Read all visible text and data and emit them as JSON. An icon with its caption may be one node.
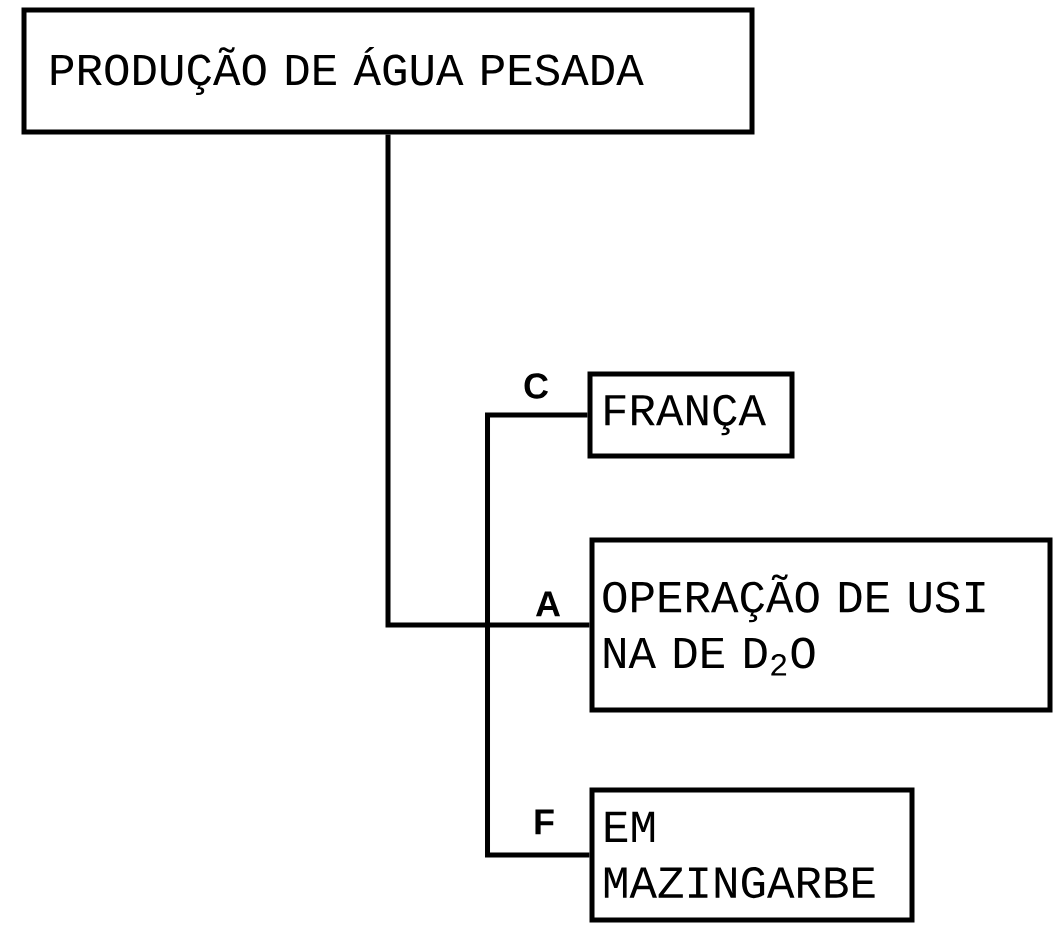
{
  "diagram": {
    "nodes": [
      {
        "text": [
          "PRODUÇÃO DE ÁGUA PESADA"
        ]
      },
      {
        "text": [
          "FRANÇA"
        ]
      },
      {
        "text": [
          "OPERAÇÃO DE USI NA DE D$_{2}$O"
        ]
      },
      {
        "text": [
          "EM MAZINGARBE"
        ]
      }
    ],
    "edges": [
      {
        "from": 0,
        "to": 2,
        "arrow": "none"
      },
      {
        "from": 1,
        "to": 3,
        "arrow": "none"
      }
    ],
    "labels": [
      "C",
      "A",
      "F"
    ]
  }
}
